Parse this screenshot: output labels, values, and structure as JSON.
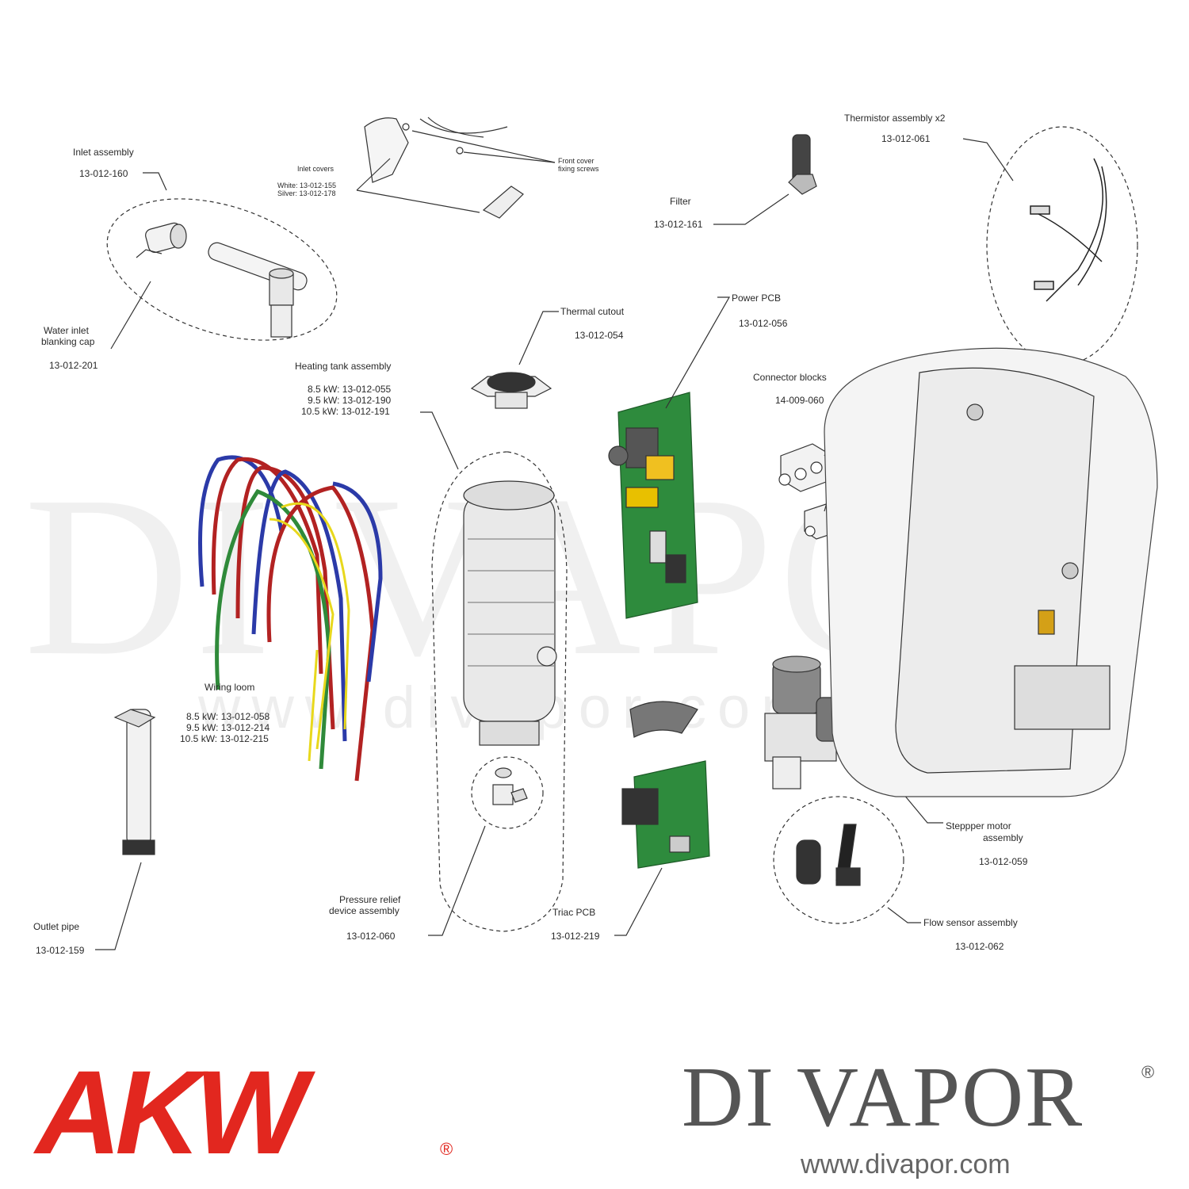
{
  "labels": {
    "inlet_assembly": "Inlet assembly",
    "inlet_assembly_code": "13-012-160",
    "water_inlet_line1": "Water inlet",
    "water_inlet_line2": "blanking cap",
    "water_inlet_code": "13-012-201",
    "inlet_covers": "Inlet covers",
    "inlet_covers_white": "White: 13-012-155",
    "inlet_covers_silver": "Silver: 13-012-178",
    "front_cover_line1": "Front cover",
    "front_cover_line2": "fixing screws",
    "filter": "Filter",
    "filter_code": "13-012-161",
    "thermistor": "Thermistor assembly  x2",
    "thermistor_code": "13-012-061",
    "thermal_cutout": "Thermal cutout",
    "thermal_cutout_code": "13-012-054",
    "power_pcb": "Power PCB",
    "power_pcb_code": "13-012-056",
    "heating_tank": "Heating tank assembly",
    "heating_tank_85": "8.5 kW: 13-012-055",
    "heating_tank_95": "9.5 kW: 13-012-190",
    "heating_tank_105": "10.5 kW: 13-012-191",
    "connector_blocks": "Connector blocks",
    "connector_blocks_code": "14-009-060",
    "wiring_loom": "Wiring loom",
    "wiring_loom_85": "8.5 kW: 13-012-058",
    "wiring_loom_95": "9.5 kW: 13-012-214",
    "wiring_loom_105": "10.5 kW: 13-012-215",
    "stepper_line1": "Steppper motor",
    "stepper_line2": "assembly",
    "stepper_code": "13-012-059",
    "pressure_relief_line1": "Pressure relief",
    "pressure_relief_line2": "device assembly",
    "pressure_relief_code": "13-012-060",
    "triac_pcb": "Triac PCB",
    "triac_pcb_code": "13-012-219",
    "flow_sensor": "Flow sensor assembly",
    "flow_sensor_code": "13-012-062",
    "outlet_pipe": "Outlet pipe",
    "outlet_pipe_code": "13-012-159"
  },
  "watermark": {
    "text": "DI VAPOR",
    "url": "www.divapor.com"
  },
  "branding": {
    "akw_logo": "AKW",
    "akw_reg": "®",
    "divapor_logo": "DI VAPOR",
    "divapor_reg": "®",
    "divapor_url": "www.divapor.com"
  },
  "colors": {
    "akw_red": "#e2271f",
    "divapor_grey": "#555555",
    "pcb_green": "#2e8b3d",
    "wire_red": "#b22222",
    "wire_blue": "#2b3aa8",
    "wire_yellow": "#e8d81c",
    "wire_green": "#2f8a3a"
  }
}
